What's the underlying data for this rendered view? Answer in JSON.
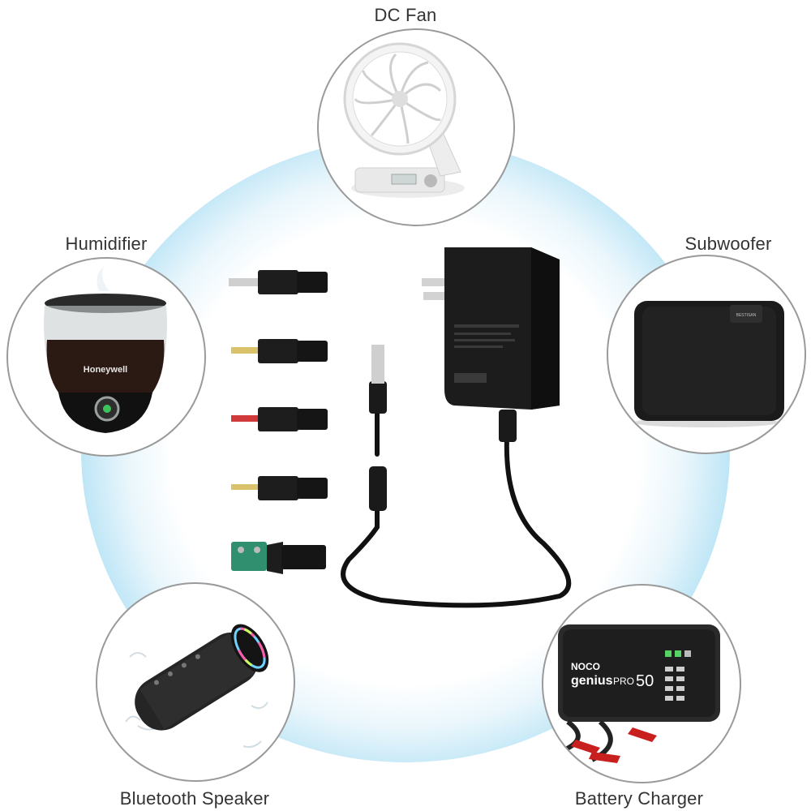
{
  "labels": {
    "dc_fan": "DC Fan",
    "humidifier": "Humidifier",
    "subwoofer": "Subwoofer",
    "bluetooth_speaker": "Bluetooth Speaker",
    "battery_charger": "Battery Charger"
  },
  "device_text": {
    "humidifier_brand": "Honeywell",
    "charger_brand": "NOCO",
    "charger_model": "genius",
    "charger_series": "PRO",
    "charger_number": "50",
    "subwoofer_tag": "BESTISAN"
  },
  "icons": {
    "fan": "fan-icon",
    "humidifier": "humidifier-icon",
    "subwoofer": "subwoofer-icon",
    "speaker": "speaker-icon",
    "charger": "battery-charger-icon",
    "adapter": "power-adapter-icon",
    "tips": "connector-tip-icon"
  },
  "colors": {
    "ring_glow": "#bfe6f6",
    "circle_border": "#9a9a9a",
    "label_text": "#333333",
    "adapter_body": "#1c1c1c"
  }
}
